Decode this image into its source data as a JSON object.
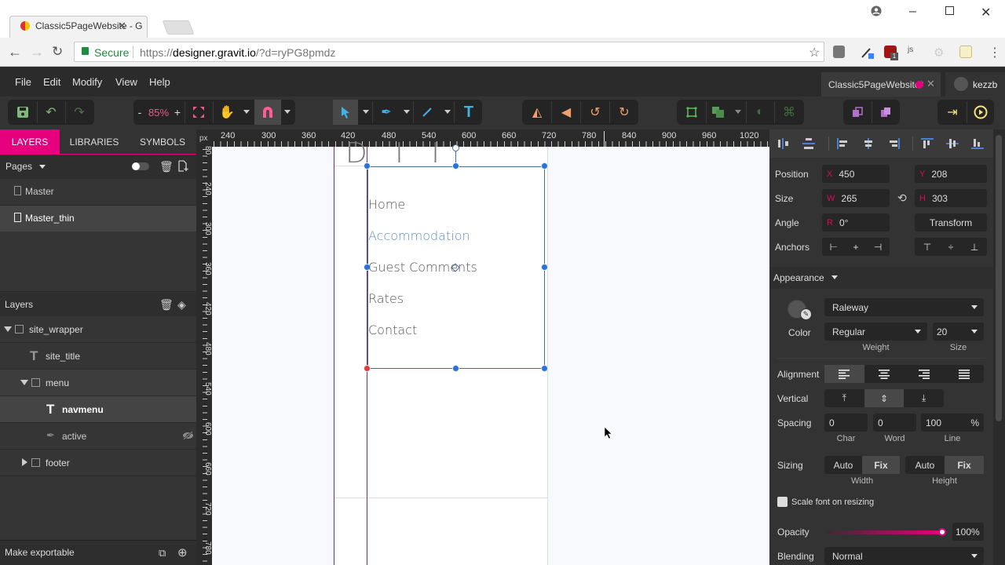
{
  "browser": {
    "tab_title": "Classic5PageWebsite - G",
    "secure_label": "Secure",
    "url_scheme": "https://",
    "url_host": "designer.gravit.io",
    "url_rest": "/?d=ryPG8pmdz",
    "extension_badge": "1"
  },
  "menu": {
    "items": [
      "File",
      "Edit",
      "Modify",
      "View",
      "Help"
    ]
  },
  "document_tab": {
    "title": "Classic5PageWebsite*",
    "user": "kezzb"
  },
  "toolbar": {
    "zoom_minus": "-",
    "zoom_level": "85%",
    "zoom_plus": "+"
  },
  "left_panel": {
    "tabs": [
      "LAYERS",
      "LIBRARIES",
      "SYMBOLS"
    ],
    "pages_label": "Pages",
    "pages": [
      {
        "name": "Master",
        "selected": false
      },
      {
        "name": "Master_thin",
        "selected": true
      }
    ],
    "layers_label": "Layers",
    "layers": [
      {
        "name": "site_wrapper",
        "type": "group",
        "expanded": true,
        "depth": 0
      },
      {
        "name": "site_title",
        "type": "text",
        "depth": 1
      },
      {
        "name": "menu",
        "type": "group",
        "expanded": true,
        "depth": 1
      },
      {
        "name": "navmenu",
        "type": "text",
        "depth": 2,
        "selected": true
      },
      {
        "name": "active",
        "type": "path",
        "depth": 2,
        "hidden": true
      },
      {
        "name": "footer",
        "type": "group",
        "expanded": false,
        "depth": 1
      }
    ],
    "make_exportable": "Make exportable"
  },
  "rulers": {
    "unit": "px",
    "horizontal": [
      "240",
      "300",
      "360",
      "420",
      "480",
      "540",
      "600",
      "660",
      "720",
      "780",
      "840",
      "900",
      "960",
      "1020"
    ],
    "vertical": [
      "80",
      "240",
      "300",
      "360",
      "420",
      "480",
      "540",
      "600",
      "660",
      "720",
      "780"
    ]
  },
  "canvas": {
    "title_fragment": "D  I I",
    "nav_items": [
      "Home",
      "Accommodation",
      "Guest Comments",
      "Rates",
      "Contact"
    ],
    "active_index": 1
  },
  "properties": {
    "position_label": "Position",
    "x_prefix": "X",
    "x": "450",
    "y_prefix": "Y",
    "y": "208",
    "size_label": "Size",
    "w_prefix": "W",
    "w": "265",
    "h_prefix": "H",
    "h": "303",
    "angle_label": "Angle",
    "r_prefix": "R",
    "angle": "0°",
    "transform_label": "Transform",
    "anchors_label": "Anchors",
    "appearance_label": "Appearance",
    "color_label": "Color",
    "font_family": "Raleway",
    "font_weight": "Regular",
    "weight_label": "Weight",
    "font_size": "20",
    "size_sub_label": "Size",
    "alignment_label": "Alignment",
    "vertical_label": "Vertical",
    "spacing_label": "Spacing",
    "char_spacing": "0",
    "word_spacing": "0",
    "line_spacing": "100",
    "percent": "%",
    "char_label": "Char",
    "word_label": "Word",
    "line_label": "Line",
    "sizing_label": "Sizing",
    "auto_label": "Auto",
    "fix_label": "Fix",
    "width_label": "Width",
    "height_label": "Height",
    "scale_font_label": "Scale font on resizing",
    "opacity_label": "Opacity",
    "opacity_value": "100%",
    "blending_label": "Blending",
    "blending_value": "Normal"
  },
  "colors": {
    "accent": "#e6007e",
    "selection": "#2a72d6",
    "active_link": "#5b8fc7",
    "panel_bg": "#333333"
  }
}
